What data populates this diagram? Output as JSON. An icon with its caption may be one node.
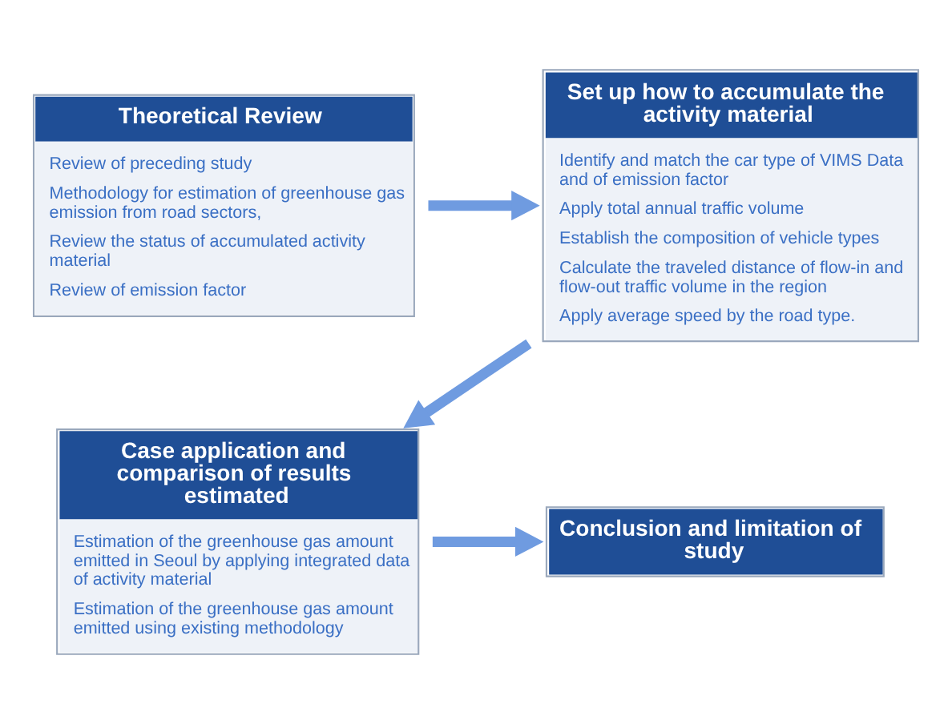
{
  "diagram": {
    "nodes": [
      {
        "text": [
          "Theoretical Review",
          "Review of preceding study",
          "Methodology for estimation of greenhouse gas emission from road sectors,",
          "Review the status of accumulated activity material",
          "Review of emission factor"
        ]
      },
      {
        "text": [
          "Set up how to accumulate the activity material",
          "Identify and match the car type of VIMS Data and of emission factor",
          "Apply total annual traffic volume",
          "Establish the composition of vehicle types",
          "Calculate the traveled distance of flow-in and flow-out traffic volume in the region",
          "Apply average speed by the road type."
        ]
      },
      {
        "text": [
          "Case application and comparison of results estimated",
          "Estimation of the greenhouse gas amount emitted in Seoul by applying integrated data of activity material",
          "Estimation of the greenhouse gas amount emitted using existing methodology"
        ]
      },
      {
        "text": [
          "Conclusion and limitation of study"
        ]
      }
    ],
    "edges": [
      {
        "from": 0,
        "to": 1,
        "arrow": "to"
      },
      {
        "from": 1,
        "to": 2,
        "arrow": "to"
      },
      {
        "from": 2,
        "to": 3,
        "arrow": "to"
      }
    ]
  }
}
